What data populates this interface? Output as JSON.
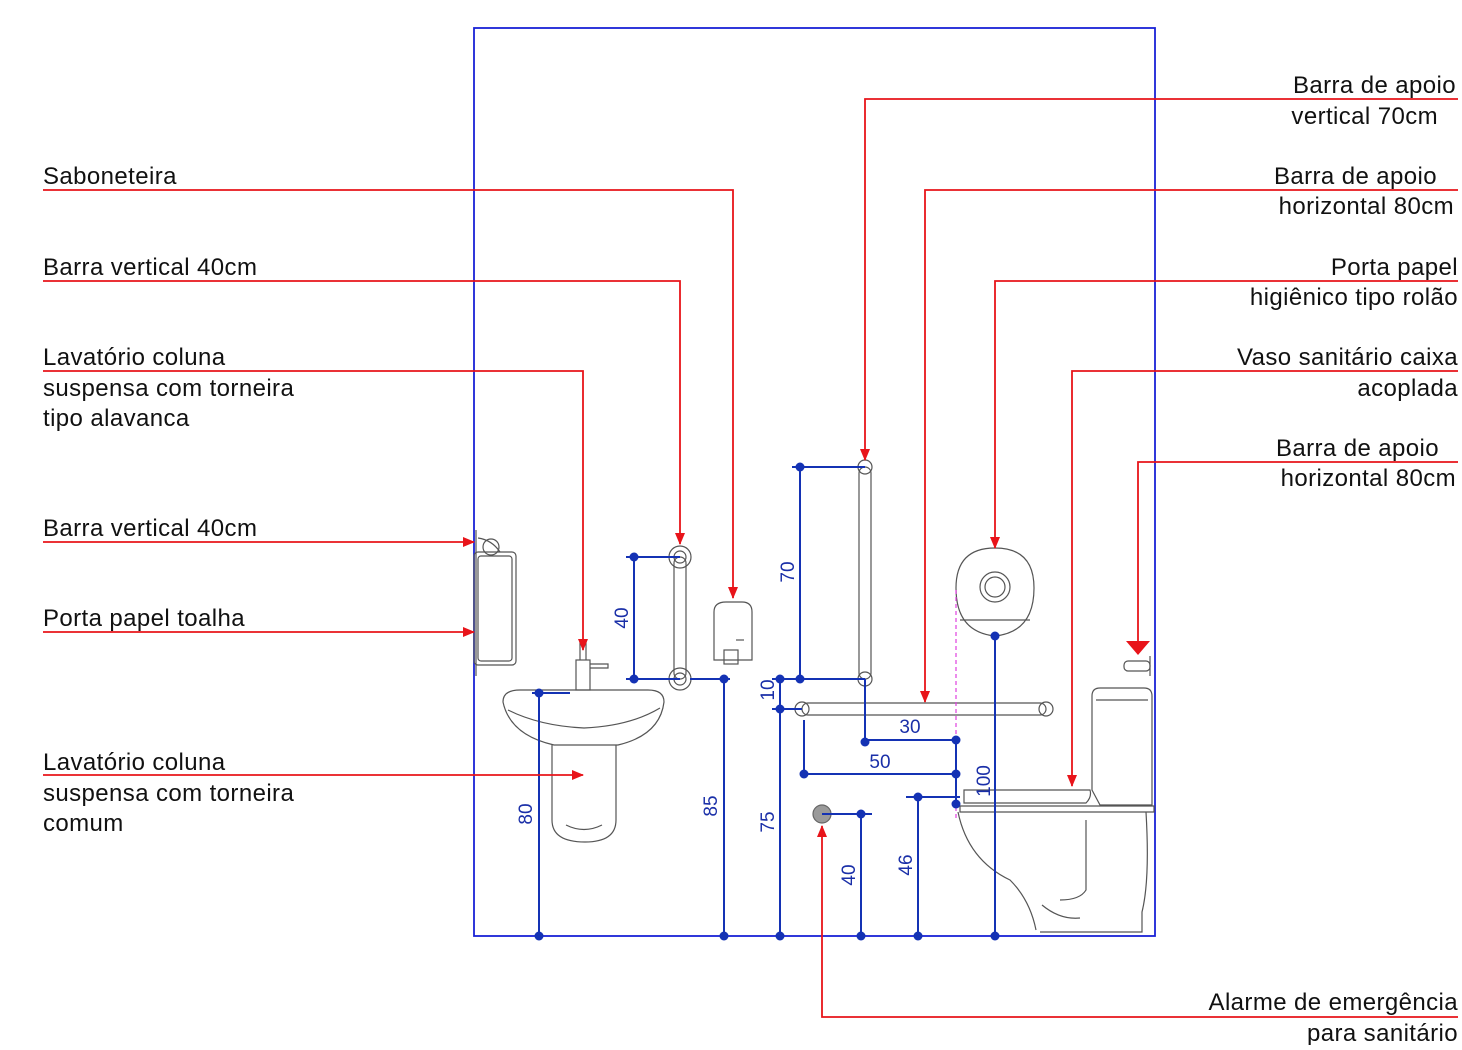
{
  "labels_left": {
    "saboneteira": "Saboneteira",
    "barra_vertical_1": "Barra vertical 40cm",
    "lavatorio_alavanca_1": "Lavatório coluna",
    "lavatorio_alavanca_2": "suspensa com torneira",
    "lavatorio_alavanca_3": "tipo alavanca",
    "barra_vertical_2": "Barra vertical 40cm",
    "porta_toalha": "Porta papel toalha",
    "lavatorio_comum_1": "Lavatório coluna",
    "lavatorio_comum_2": "suspensa com torneira",
    "lavatorio_comum_3": "comum"
  },
  "labels_right": {
    "barra_apoio_vert_1": "Barra de apoio",
    "barra_apoio_vert_2": "vertical 70cm",
    "barra_apoio_h1_1": "Barra de apoio",
    "barra_apoio_h1_2": "horizontal 80cm",
    "porta_papel_1": "Porta papel",
    "porta_papel_2": "higiênico tipo rolão",
    "vaso_1": "Vaso sanitário caixa",
    "vaso_2": "acoplada",
    "barra_apoio_h2_1": "Barra de apoio",
    "barra_apoio_h2_2": "horizontal 80cm",
    "alarme_1": "Alarme de emergência",
    "alarme_2": "para sanitário"
  },
  "dimensions": {
    "d40_bar": "40",
    "d70": "70",
    "d10": "10",
    "d30": "30",
    "d50": "50",
    "d100": "100",
    "d80": "80",
    "d85": "85",
    "d75": "75",
    "d40_alarm": "40",
    "d46": "46"
  },
  "colors": {
    "frame": "#1a22d6",
    "leader": "#e8141a",
    "dimension": "#1432b4",
    "fixture": "#555555",
    "wall_line": "#e040e0"
  }
}
